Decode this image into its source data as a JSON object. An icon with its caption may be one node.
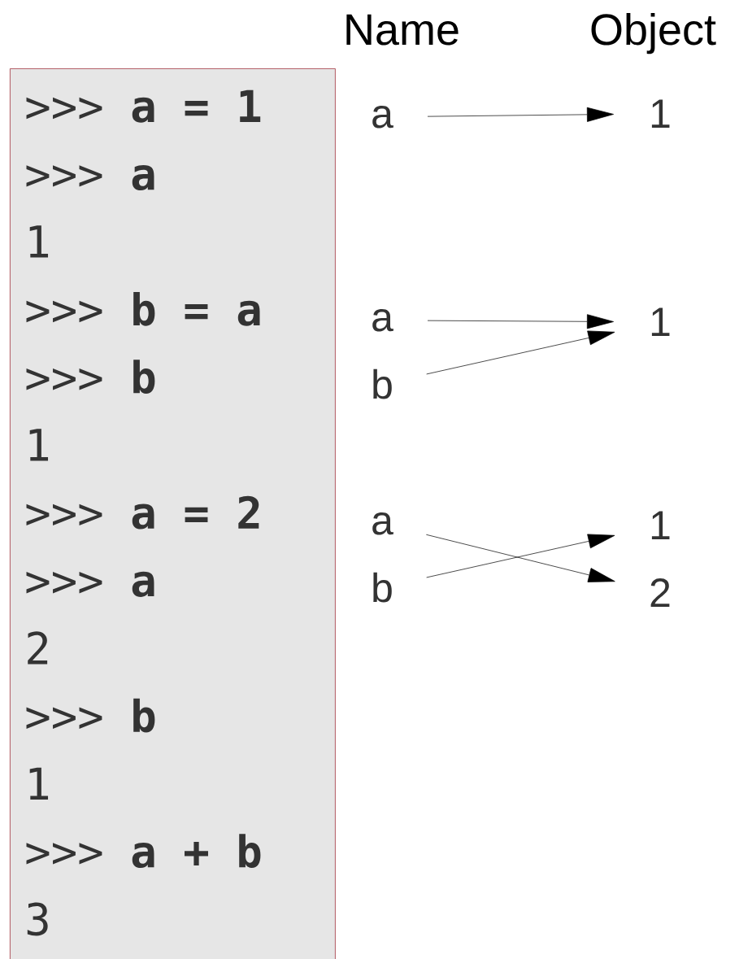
{
  "diagram": {
    "nodes": [
      {
        "text": [
          ">>> **a = 1**",
          ">>> **a**",
          "1",
          ">>> **b = a**",
          ">>> **b**",
          "1",
          ">>> **a = 2**",
          ">>> **a**",
          "2",
          ">>> **b**",
          "1",
          ">>> **a + b**",
          "3"
        ]
      },
      {
        "text": [
          "a"
        ]
      },
      {
        "text": [
          "1"
        ]
      },
      {
        "text": [
          "a"
        ]
      },
      {
        "text": [
          "b"
        ]
      },
      {
        "text": [
          "1"
        ]
      },
      {
        "text": [
          "a"
        ]
      },
      {
        "text": [
          "b"
        ]
      },
      {
        "text": [
          "1"
        ]
      },
      {
        "text": [
          "2"
        ]
      }
    ],
    "edges": [
      {
        "from": 1,
        "to": 2,
        "arrow": "to"
      },
      {
        "from": 3,
        "to": 5,
        "arrow": "to"
      },
      {
        "from": 4,
        "to": 5,
        "arrow": "to"
      },
      {
        "from": 6,
        "to": 9,
        "arrow": "to"
      },
      {
        "from": 7,
        "to": 8,
        "arrow": "to"
      }
    ],
    "labels": [
      "Name",
      "Object"
    ]
  }
}
